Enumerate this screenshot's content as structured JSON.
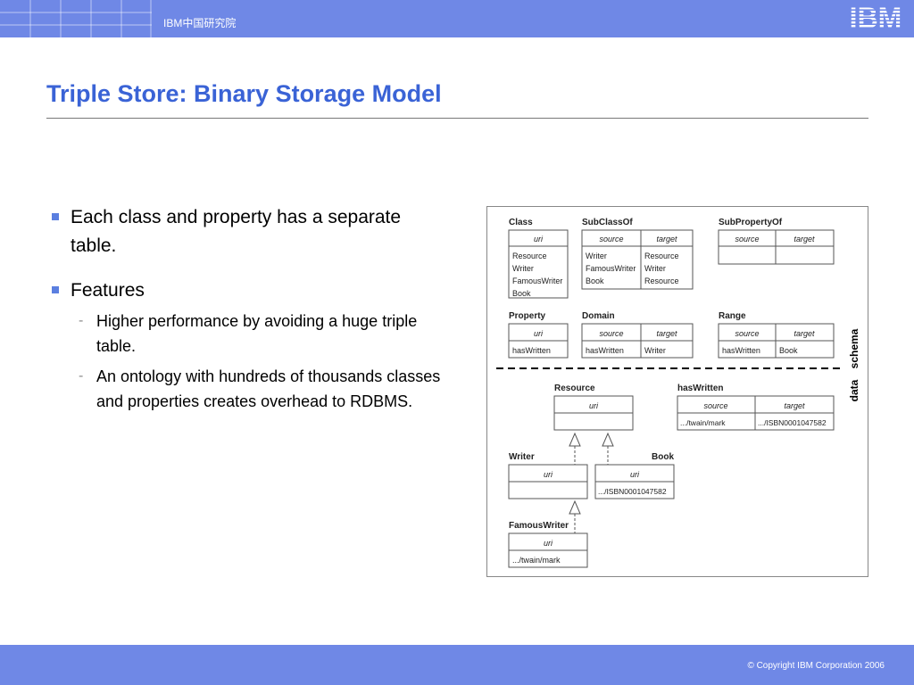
{
  "header": {
    "org": "IBM中国研究院",
    "logo": "IBM"
  },
  "title": "Triple Store: Binary Storage Model",
  "bullets": [
    {
      "text": "Each class and property has a separate table."
    },
    {
      "text": "Features",
      "sub": [
        "Higher performance by avoiding a huge triple table.",
        "An ontology with hundreds of thousands classes and properties creates overhead to RDBMS."
      ]
    }
  ],
  "diagram": {
    "schema_label": "schema",
    "data_label": "data",
    "col_uri": "uri",
    "col_source": "source",
    "col_target": "target",
    "class": {
      "title": "Class",
      "rows": [
        "Resource",
        "Writer",
        "FamousWriter",
        "Book"
      ]
    },
    "subclassof": {
      "title": "SubClassOf",
      "rows": [
        [
          "Writer",
          "Resource"
        ],
        [
          "FamousWriter",
          "Writer"
        ],
        [
          "Book",
          "Resource"
        ]
      ]
    },
    "subpropertyof": {
      "title": "SubPropertyOf"
    },
    "property": {
      "title": "Property",
      "rows": [
        "hasWritten"
      ]
    },
    "domain": {
      "title": "Domain",
      "rows": [
        [
          "hasWritten",
          "Writer"
        ]
      ]
    },
    "range": {
      "title": "Range",
      "rows": [
        [
          "hasWritten",
          "Book"
        ]
      ]
    },
    "resource": {
      "title": "Resource"
    },
    "haswritten": {
      "title": "hasWritten",
      "rows": [
        [
          ".../twain/mark",
          ".../ISBN0001047582"
        ]
      ]
    },
    "writer": {
      "title": "Writer"
    },
    "book": {
      "title": "Book",
      "rows": [
        ".../ISBN0001047582"
      ]
    },
    "famouswriter": {
      "title": "FamousWriter",
      "rows": [
        ".../twain/mark"
      ]
    }
  },
  "footer": {
    "copyright": "© Copyright IBM Corporation 2006"
  },
  "colors": {
    "bar": "#6f88e6",
    "title": "#3a63d6",
    "bullet": "#5b7fe0"
  }
}
